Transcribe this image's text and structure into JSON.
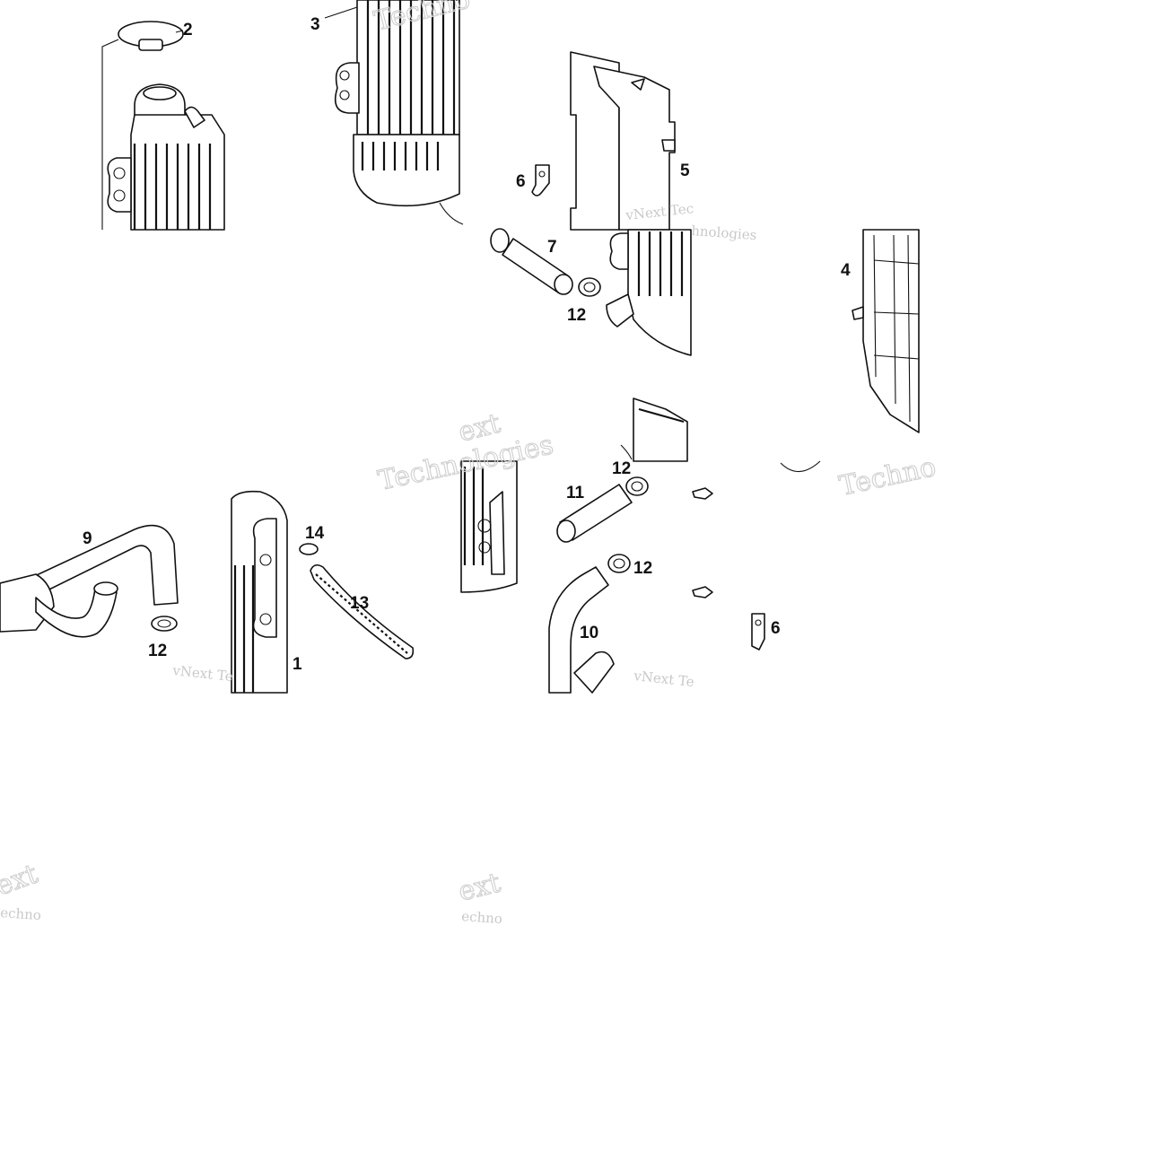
{
  "diagram": {
    "callouts": [
      {
        "id": "c2",
        "label": "2"
      },
      {
        "id": "c3",
        "label": "3"
      },
      {
        "id": "c6a",
        "label": "6"
      },
      {
        "id": "c5",
        "label": "5"
      },
      {
        "id": "c7",
        "label": "7"
      },
      {
        "id": "c12a",
        "label": "12"
      },
      {
        "id": "c4",
        "label": "4"
      },
      {
        "id": "c12b",
        "label": "12"
      },
      {
        "id": "c11",
        "label": "11"
      },
      {
        "id": "c9",
        "label": "9"
      },
      {
        "id": "c14",
        "label": "14"
      },
      {
        "id": "c13",
        "label": "13"
      },
      {
        "id": "c12c",
        "label": "12"
      },
      {
        "id": "c12d",
        "label": "12"
      },
      {
        "id": "c10",
        "label": "10"
      },
      {
        "id": "c6b",
        "label": "6"
      },
      {
        "id": "c1",
        "label": "1"
      }
    ],
    "watermarks": [
      {
        "id": "w1",
        "text": "Techno"
      },
      {
        "id": "w2",
        "text": "vNext Tec"
      },
      {
        "id": "w3",
        "text": "hnologies"
      },
      {
        "id": "w4",
        "text": "ext"
      },
      {
        "id": "w5",
        "text": "Technologies"
      },
      {
        "id": "w6",
        "text": "Techno"
      },
      {
        "id": "w7",
        "text": "vNext Te"
      },
      {
        "id": "w8",
        "text": "vNext Te"
      },
      {
        "id": "w9",
        "text": "ext"
      },
      {
        "id": "w10",
        "text": "echno"
      },
      {
        "id": "w11",
        "text": "ext"
      },
      {
        "id": "w12",
        "text": "echno"
      }
    ]
  }
}
